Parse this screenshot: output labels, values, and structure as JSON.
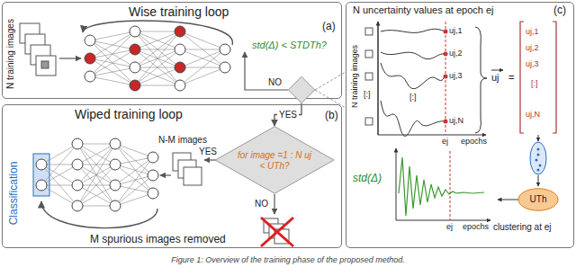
{
  "diagram": {
    "caption": "Figure 1: Overview of the training phase of the proposed method.",
    "nodes": [
      {
        "text": [
          "Wise training loop",
          "(a)"
        ]
      },
      {
        "text": [
          "Wiped training loop",
          "(b)"
        ]
      },
      {
        "text": [
          "N uncertainty values at epoch ej",
          "(c)"
        ]
      },
      {
        "text": [
          "std(Δ) < STDTh?"
        ]
      },
      {
        "text": [
          "for image =1 : N uj < UTh?"
        ],
        "in": 1
      },
      {
        "text": [
          "UTh"
        ],
        "in": 2
      }
    ],
    "edges": [
      {
        "from": 3,
        "to": 4,
        "label": "YES",
        "arrow": "to"
      }
    ],
    "labels": [
      "N training images",
      "NO",
      "N-M images",
      "YES",
      "NO",
      "Classification",
      "M spurious images removed",
      "N training images",
      "[:]",
      "uj,1",
      "uj,2",
      "uj,3",
      "[:]",
      "uj,N",
      "ej",
      "epochs",
      "uj",
      "=",
      "uj,1",
      "uj,2",
      "uj,3",
      "[:]",
      "uj,N",
      "std(Δ)",
      "ej",
      "epochs",
      "clustering at ej"
    ]
  }
}
